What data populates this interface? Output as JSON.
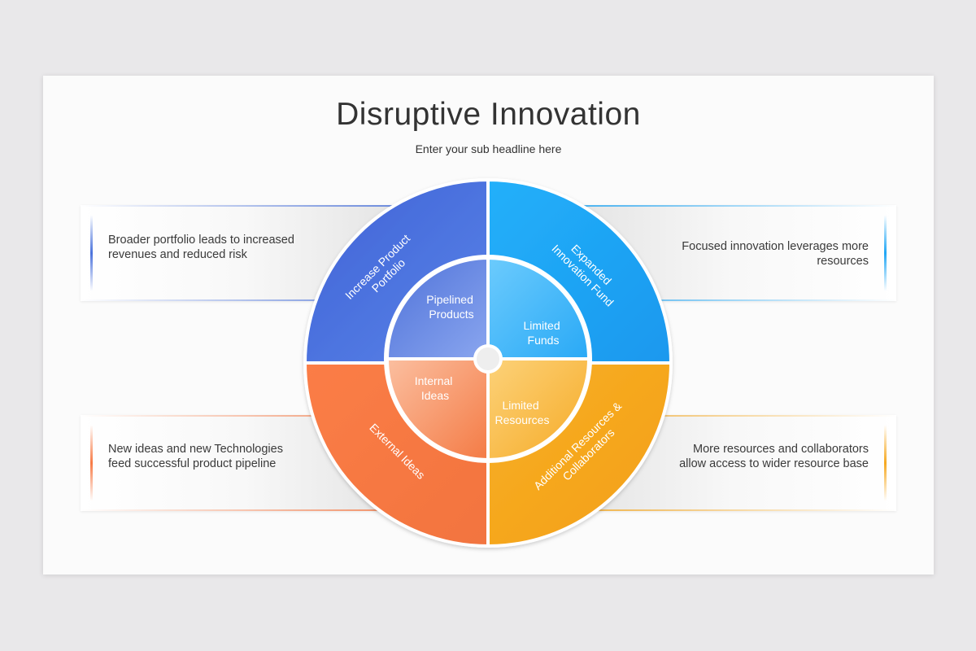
{
  "title": "Disruptive Innovation",
  "subtitle": "Enter your sub headline here",
  "colors": {
    "blue": "#4a72dc",
    "sky": "#1fa6f5",
    "orange": "#f77a45",
    "amber": "#f6a81f"
  },
  "outer_segments": [
    {
      "label": "Increase Product Portfolio",
      "color": "blue"
    },
    {
      "label": "Expanded Innovation Fund",
      "color": "sky"
    },
    {
      "label": "Additional Resources & Collaborators",
      "color": "amber"
    },
    {
      "label": "External Ideas",
      "color": "orange"
    }
  ],
  "inner_segments": [
    {
      "label": "Pipelined Products",
      "color": "blue"
    },
    {
      "label": "Limited Funds",
      "color": "sky"
    },
    {
      "label": "Limited Resources",
      "color": "amber"
    },
    {
      "label": "Internal Ideas",
      "color": "orange"
    }
  ],
  "callouts": {
    "top_left": "Broader portfolio leads to increased revenues and reduced risk",
    "top_right": "Focused innovation leverages more resources",
    "bottom_left": "New ideas and new Technologies feed successful product pipeline",
    "bottom_right": "More resources and collaborators allow access to wider resource base"
  }
}
